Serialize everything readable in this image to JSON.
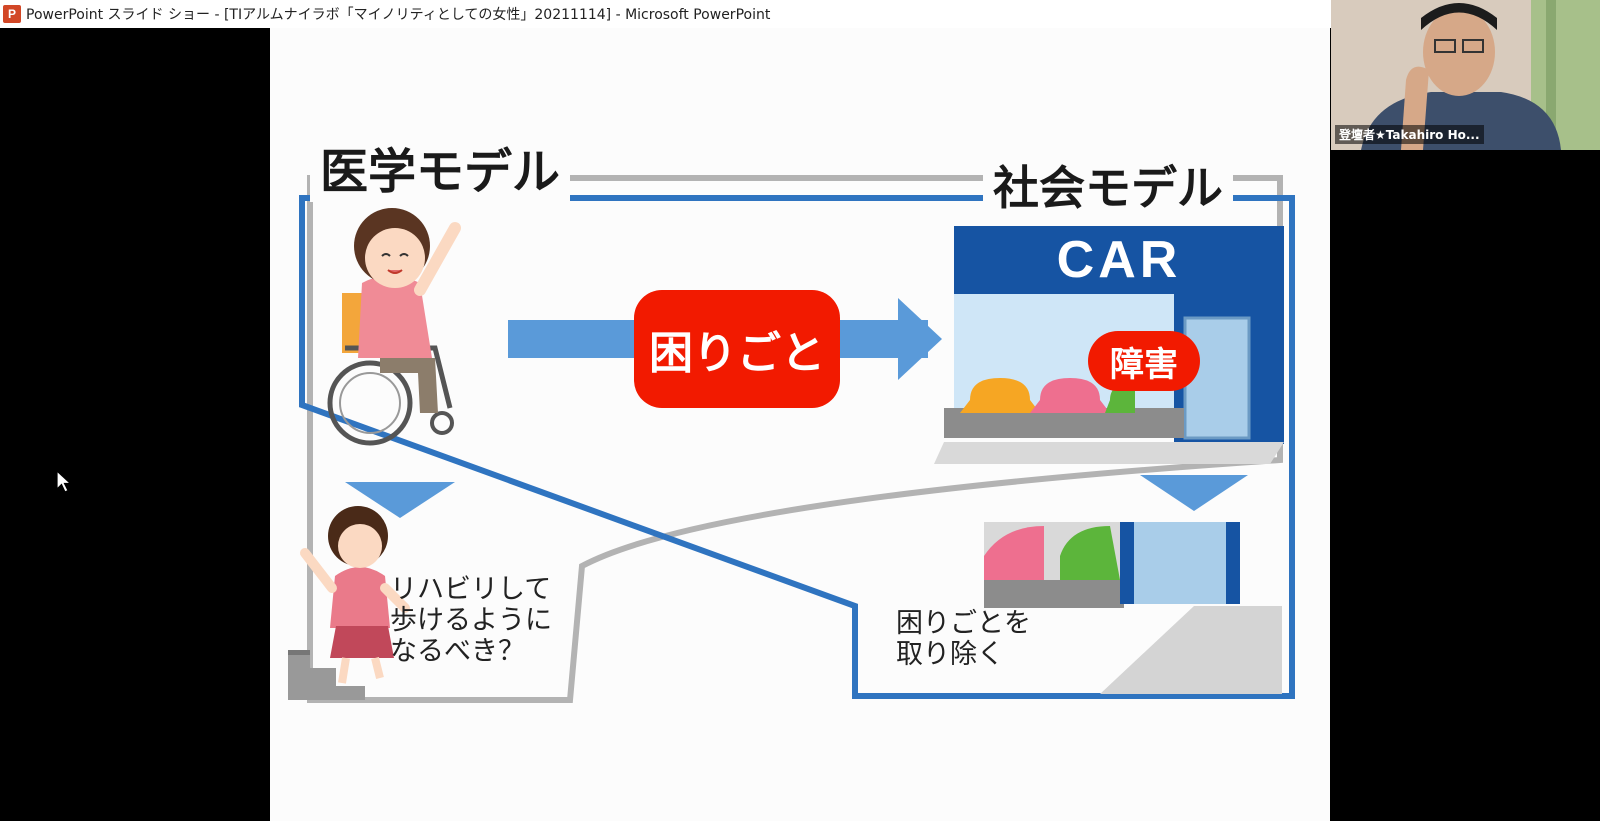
{
  "window": {
    "app_icon_letter": "P",
    "title": "PowerPoint スライド ショー - [TIアルムナイラボ「マイノリティとしての女性」20211114] - Microsoft PowerPoint"
  },
  "slide": {
    "medical_model_title": "医学モデル",
    "social_model_title": "社会モデル",
    "trouble_label": "困りごと",
    "store_sign": "CAR",
    "barrier_label": "障害",
    "rehab_caption": [
      "リハビリして",
      "歩けるように",
      "なるべき？"
    ],
    "remove_caption": [
      "困りごとを",
      "取り除く"
    ]
  },
  "webcam": {
    "participant_label": "登壇者★Takahiro Ho..."
  },
  "colors": {
    "blue_frame": "#2f74c0",
    "gray_frame": "#b3b3b3",
    "arrow_blue": "#5a9ad9",
    "trouble_red": "#f21a00",
    "store_blue": "#1654a3"
  }
}
